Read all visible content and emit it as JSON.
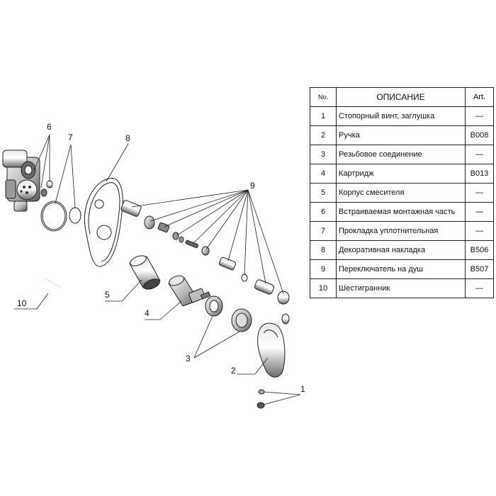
{
  "table": {
    "headers": {
      "no": "No.",
      "description": "ОПИСАНИЕ",
      "art": "Art."
    },
    "rows": [
      {
        "no": "1",
        "description": "Стопорный винт, заглушка",
        "art": "—"
      },
      {
        "no": "2",
        "description": "Ручка",
        "art": "B008"
      },
      {
        "no": "3",
        "description": "Резьбовое соединение",
        "art": "—"
      },
      {
        "no": "4",
        "description": "Картридж",
        "art": "B013"
      },
      {
        "no": "5",
        "description": "Корпус смесителя",
        "art": "—"
      },
      {
        "no": "6",
        "description": "Встраиваемая монтажная часть",
        "art": "—"
      },
      {
        "no": "7",
        "description": "Прокладка уплотнительная",
        "art": "—"
      },
      {
        "no": "8",
        "description": "Декоративная накладка",
        "art": "B506"
      },
      {
        "no": "9",
        "description": "Переключатель на душ",
        "art": "B507"
      },
      {
        "no": "10",
        "description": "Шестигранник",
        "art": "—"
      }
    ]
  },
  "callouts": {
    "c1": "1",
    "c2": "2",
    "c3": "3",
    "c4": "4",
    "c5": "5",
    "c6": "6",
    "c7": "7",
    "c8": "8",
    "c9": "9",
    "c10": "10"
  }
}
